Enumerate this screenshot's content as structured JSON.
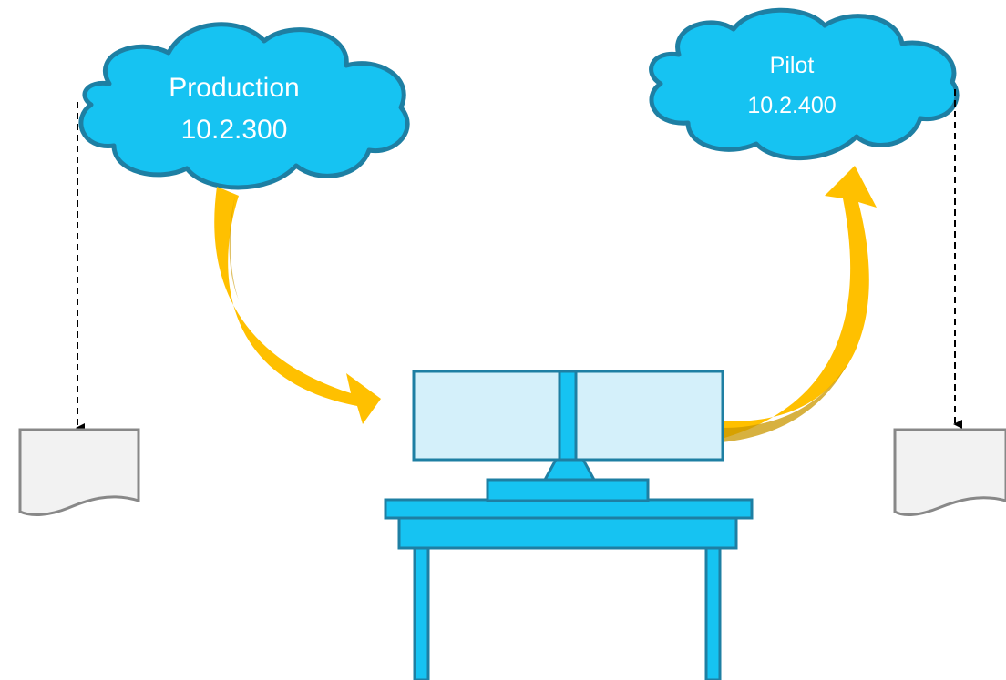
{
  "clouds": {
    "production": {
      "name": "Production",
      "version": "10.2.300"
    },
    "pilot": {
      "name": "Pilot",
      "version": "10.2.400"
    }
  },
  "colors": {
    "cloud_fill": "#16C3F2",
    "cloud_stroke": "#1E7FA3",
    "arrow_fill": "#FFC000",
    "arrow_shadow": "#C99700",
    "monitor_screen": "#D4F0FA",
    "desk_fill": "#16C3F2",
    "document_fill": "#F2F2F2",
    "document_stroke": "#888888"
  },
  "icons": [
    "cloud-icon",
    "document-icon",
    "workstation-icon",
    "curved-arrow-icon"
  ]
}
